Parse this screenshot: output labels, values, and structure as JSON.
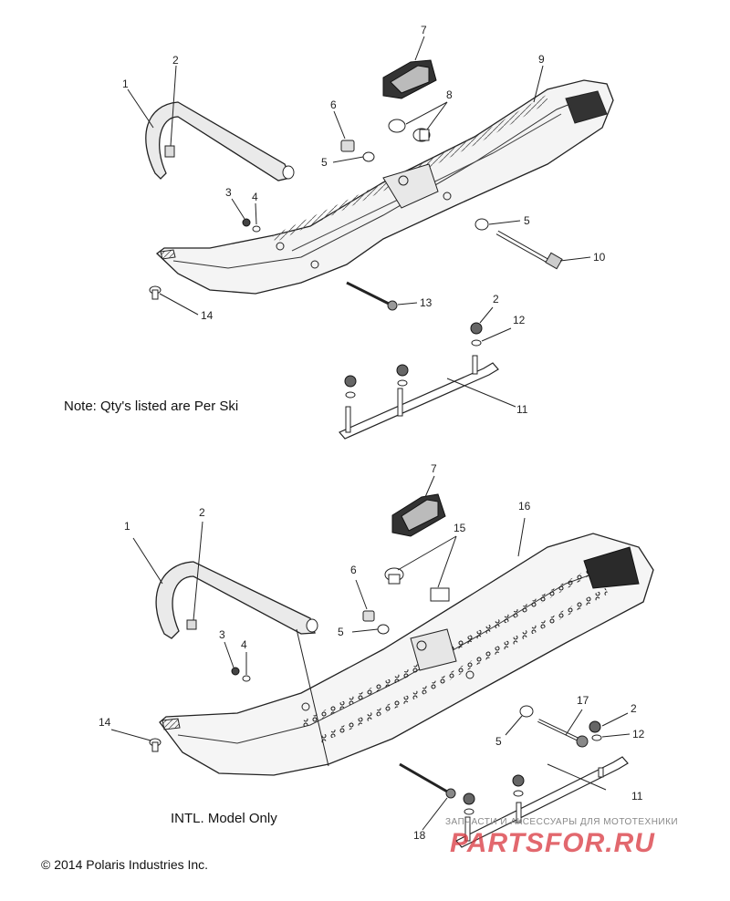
{
  "top_diagram": {
    "callouts": [
      "1",
      "2",
      "3",
      "4",
      "5",
      "5",
      "6",
      "7",
      "8",
      "9",
      "10",
      "11",
      "12",
      "13",
      "14",
      "2"
    ],
    "note": "Note: Qty's listed are Per Ski"
  },
  "bottom_diagram": {
    "callouts": [
      "1",
      "2",
      "3",
      "4",
      "5",
      "5",
      "6",
      "7",
      "11",
      "12",
      "14",
      "15",
      "16",
      "17",
      "18",
      "2"
    ],
    "note": "INTL. Model Only"
  },
  "copyright": "© 2014 Polaris Industries Inc.",
  "watermark": {
    "tagline": "ЗАПЧАСТИ И АКСЕССУАРЫ ДЛЯ МОТОТЕХНИКИ",
    "brand": "PARTSFOR.RU",
    "color": "#d9363e"
  }
}
